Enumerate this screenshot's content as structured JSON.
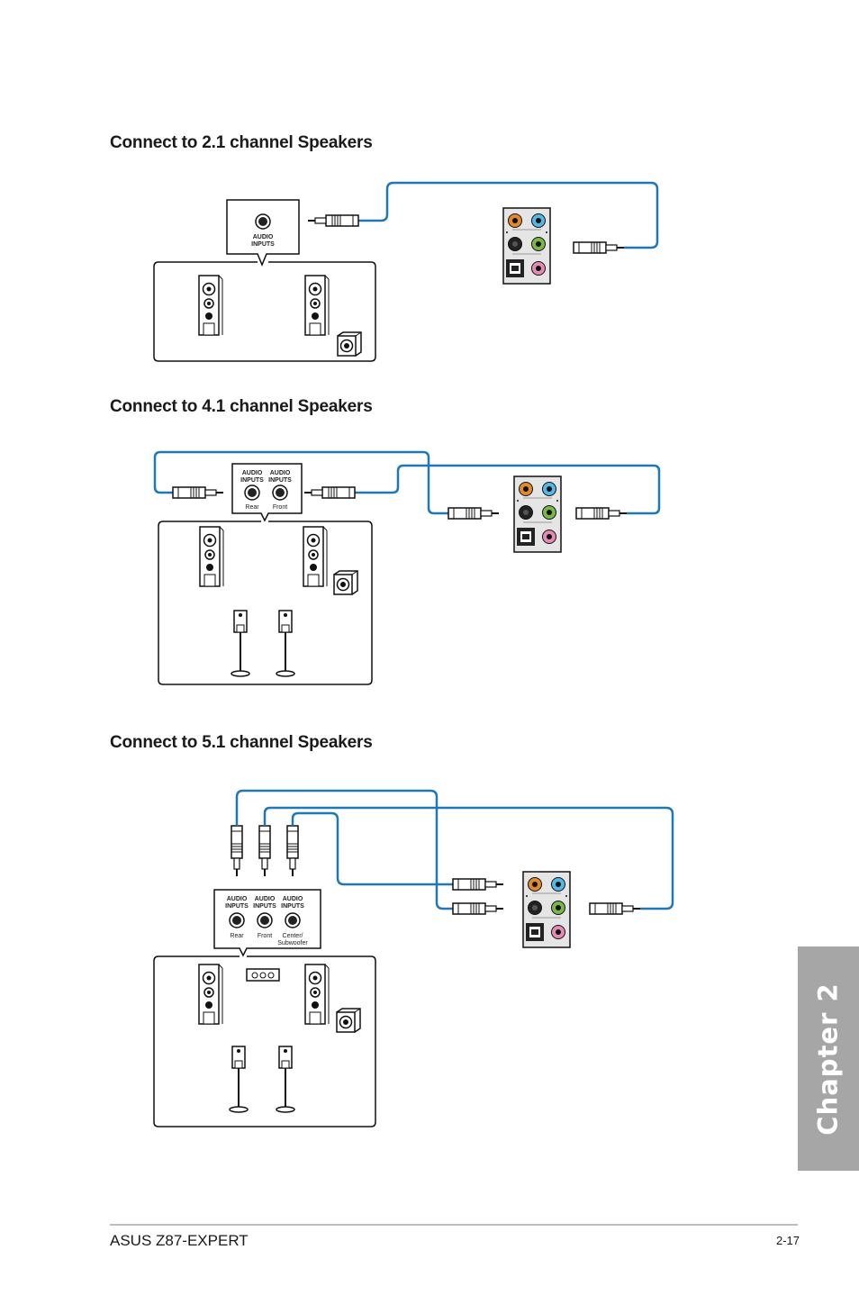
{
  "sections": [
    {
      "heading": "Connect to 2.1 channel Speakers"
    },
    {
      "heading": "Connect to 4.1 channel Speakers"
    },
    {
      "heading": "Connect to 5.1 channel Speakers"
    }
  ],
  "labels": {
    "audio": "AUDIO",
    "inputs": "INPUTS",
    "rear": "Rear",
    "front": "Front",
    "center": "Center/",
    "subwoofer": "Subwoofer"
  },
  "colors": {
    "cable": "#1f78b4",
    "jack_orange": "#e08a2c",
    "jack_blue": "#55b7e3",
    "jack_green": "#7ab648",
    "jack_pink": "#e48bb5",
    "jack_black": "#222222",
    "tab": "#a6a6a6"
  },
  "chapter_tab": {
    "label": "Chapter 2"
  },
  "footer": {
    "product": "ASUS Z87-EXPERT",
    "page": "2-17"
  }
}
